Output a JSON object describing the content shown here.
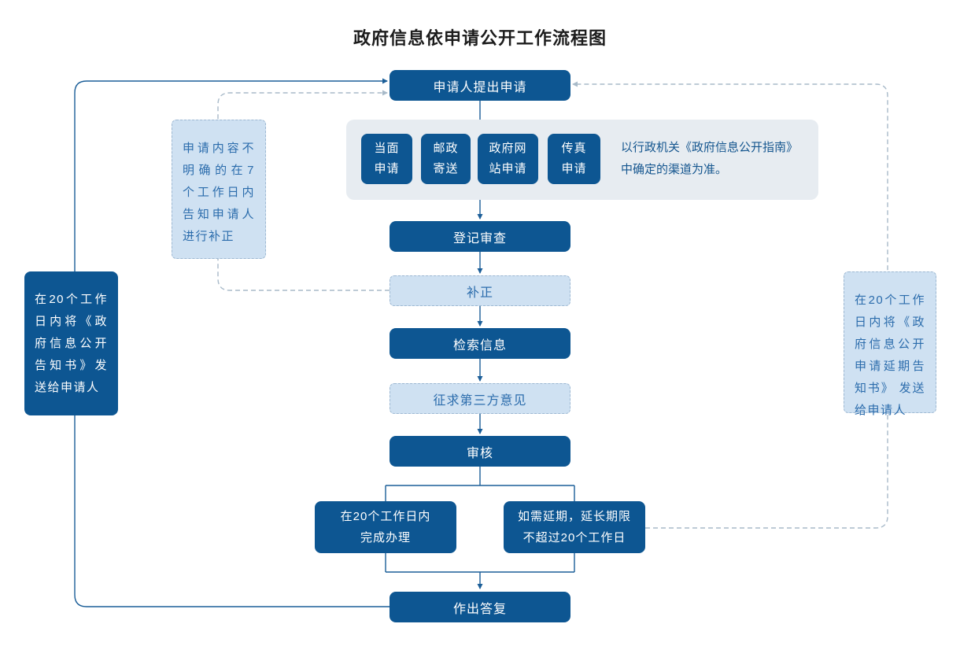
{
  "title": "政府信息依申请公开工作流程图",
  "colors": {
    "dark_node_fill": "#0d5692",
    "node_text_light": "#ffffff",
    "light_node_fill": "#cfe1f2",
    "light_node_border": "#9db8d2",
    "light_node_text": "#2b6cac",
    "panel_bg": "#e7ecf1",
    "solid_connector": "#1b5e98",
    "dashed_connector": "#a8bac9",
    "title_text": "#1c1c1c"
  },
  "nodes": {
    "apply": {
      "label": "申请人提出申请"
    },
    "channels": [
      {
        "lines": [
          "当面",
          "申请"
        ]
      },
      {
        "lines": [
          "邮政",
          "寄送"
        ]
      },
      {
        "lines": [
          "政府网",
          "站申请"
        ]
      },
      {
        "lines": [
          "传真",
          "申请"
        ]
      }
    ],
    "channels_note": {
      "lines": [
        "以行政机关《政府信息公开指南》",
        "中确定的渠道为准。"
      ]
    },
    "register": {
      "label": "登记审查"
    },
    "correction": {
      "label": "补正"
    },
    "search": {
      "label": "检索信息"
    },
    "third_party": {
      "label": "征求第三方意见"
    },
    "review": {
      "label": "审核"
    },
    "complete": {
      "lines": [
        "在20个工作日内",
        "完成办理"
      ]
    },
    "extend": {
      "lines": [
        "如需延期，延长期限",
        "不超过20个工作日"
      ]
    },
    "reply": {
      "label": "作出答复"
    }
  },
  "annotations": {
    "send_notice": {
      "label": "在20个工作日内将《政府信息公开告知书》发送给申请人"
    },
    "correction_note": {
      "label": "申请内容不明确的在7个工作日内告知申请人进行补正"
    },
    "extension_notice": {
      "label": "在20个工作日内将《政府信息公开申请延期告知书》 发送给申请人"
    }
  }
}
